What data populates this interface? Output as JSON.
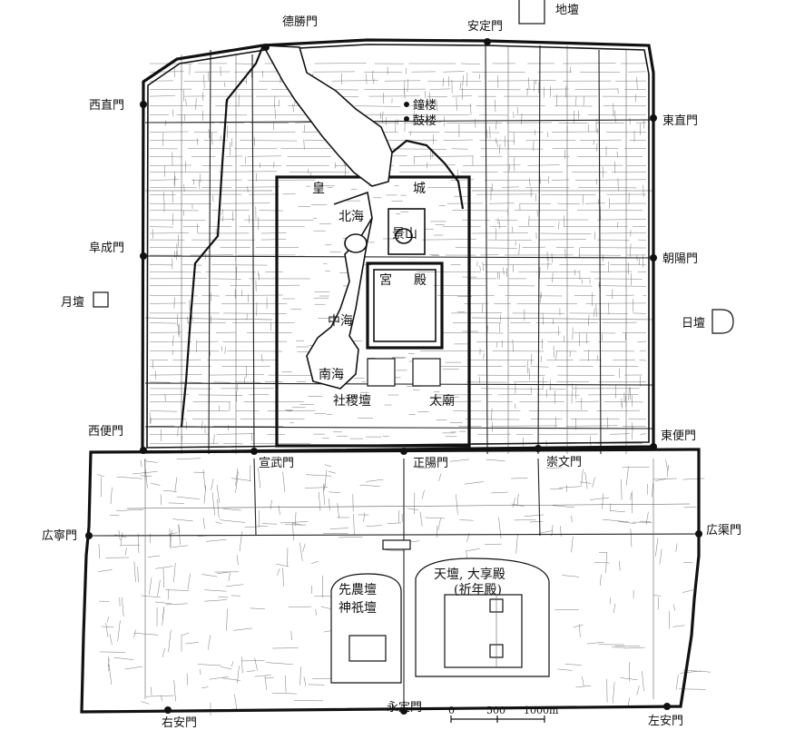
{
  "gates": [
    {
      "id": "deshengmen",
      "label": "德勝門"
    },
    {
      "id": "andingmen",
      "label": "安定門"
    },
    {
      "id": "xizhimen",
      "label": "西直門"
    },
    {
      "id": "dongzhimen",
      "label": "東直門"
    },
    {
      "id": "fuchengmen",
      "label": "阜成門"
    },
    {
      "id": "chaoyangmen",
      "label": "朝陽門"
    },
    {
      "id": "xibianmen",
      "label": "西便門"
    },
    {
      "id": "dongbianmen",
      "label": "東便門"
    },
    {
      "id": "xuanwumen",
      "label": "宣武門"
    },
    {
      "id": "zhengyangmen",
      "label": "正陽門"
    },
    {
      "id": "chongwenmen",
      "label": "崇文門"
    },
    {
      "id": "guangningmen",
      "label": "広寧門"
    },
    {
      "id": "guangqumen",
      "label": "広渠門"
    },
    {
      "id": "youanmen",
      "label": "右安門"
    },
    {
      "id": "yongdingmen",
      "label": "永定門"
    },
    {
      "id": "zuoanmen",
      "label": "左安門"
    }
  ],
  "altars": {
    "ditan": "地壇",
    "yuetan": "月壇",
    "ritan": "日壇"
  },
  "landmarks": {
    "zhonglou": "鐘楼",
    "gulou": "鼓楼",
    "huang": "皇",
    "cheng": "城",
    "beihai": "北海",
    "jingshan": "景山",
    "gong": "宮",
    "dian": "殿",
    "zhonghai": "中海",
    "nanhai": "南海",
    "shejitan": "社稷壇",
    "taimiao": "太廟",
    "tiantan": "天壇, 大享殿",
    "qiniandian": "(祈年殿)",
    "xiannongtan": "先農壇",
    "shenqitan": "神祇壇"
  },
  "scale": {
    "ticks": [
      "0",
      "500",
      "1000m"
    ]
  },
  "colors": {
    "ink": "#111111",
    "paper": "#ffffff"
  }
}
